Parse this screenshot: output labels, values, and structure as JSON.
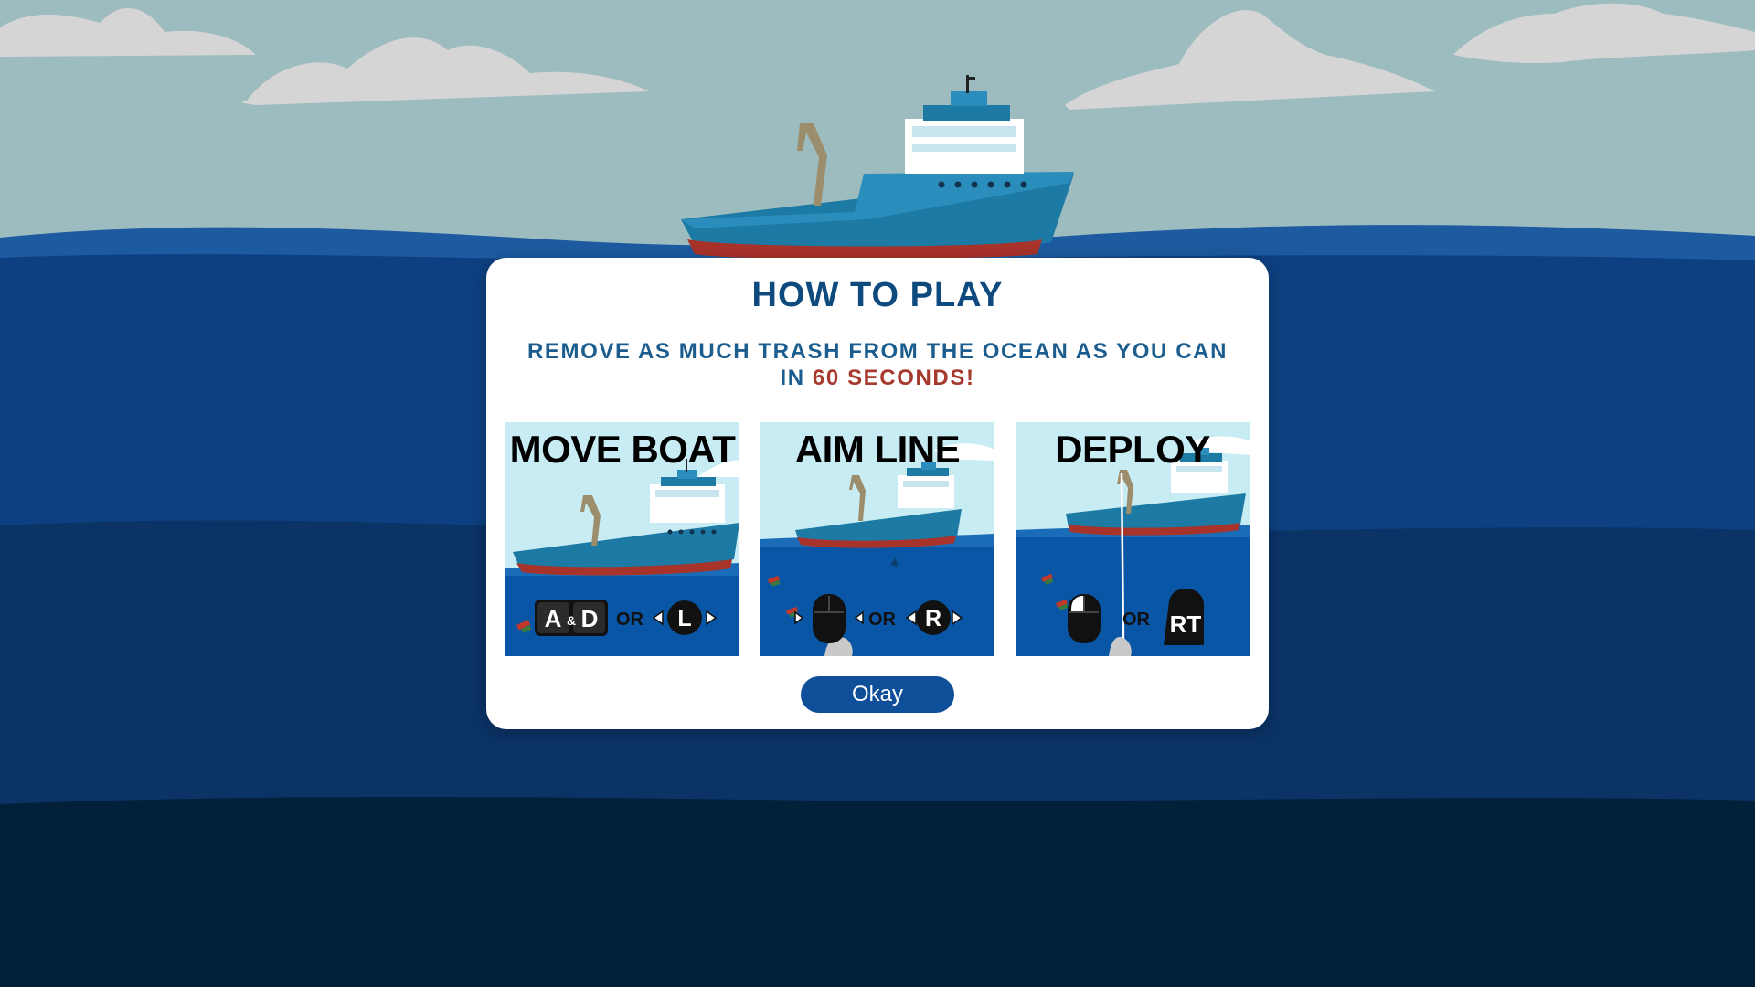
{
  "modal": {
    "title": "HOW TO PLAY",
    "instructions_text": "REMOVE AS MUCH TRASH FROM THE OCEAN AS YOU CAN IN ",
    "instructions_accent": "60 SECONDS!",
    "okay_label": "Okay"
  },
  "panels": [
    {
      "title": "MOVE BOAT",
      "keyboard_key_1": "A",
      "keyboard_joiner": "&",
      "keyboard_key_2": "D",
      "or_label": "OR",
      "controller_stick": "L"
    },
    {
      "title": "AIM LINE",
      "mouse_icon": "mouse-icon",
      "or_label": "OR",
      "controller_stick": "R"
    },
    {
      "title": "DEPLOY",
      "mouse_icon": "mouse-left-click-icon",
      "or_label": "OR",
      "controller_trigger": "RT"
    }
  ],
  "colors": {
    "sky": "#9dbcbf",
    "ocean_surface": "#1d5aa0",
    "ocean_mid": "#0d4080",
    "ocean_deep": "#0b3366",
    "ocean_abyss": "#03203a",
    "title": "#0e4a7e",
    "instructions": "#1b5d8f",
    "accent": "#a73a2e",
    "button": "#0f4f9a"
  }
}
